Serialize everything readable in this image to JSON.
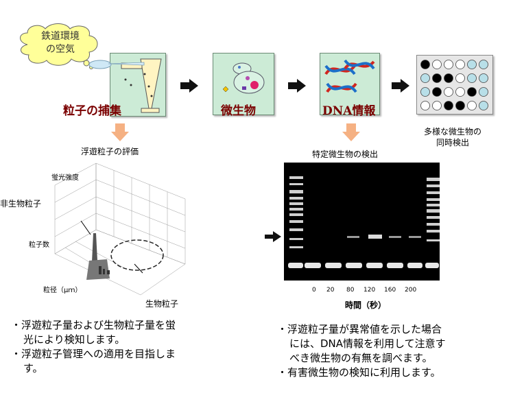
{
  "cloud": {
    "line1": "鉄道環境",
    "line2": "の空気"
  },
  "steps": [
    {
      "label": "粒子の捕集"
    },
    {
      "label": "微生物"
    },
    {
      "label": "DNA情報"
    }
  ],
  "result_caption": {
    "line1": "多様な微生物の",
    "line2": "同時検出"
  },
  "left_panel": {
    "title": "浮遊粒子の評価",
    "axis_fluorescence": "蛍光強度",
    "label_nonbio": "非生物粒子",
    "axis_count": "粒子数",
    "axis_size": "粒径（μｍ）",
    "label_bio": "生物粒子"
  },
  "right_panel": {
    "title": "特定微生物の検出",
    "time_ticks": [
      "0",
      "20",
      "80",
      "120",
      "160",
      "200"
    ],
    "time_label": "時間（秒）"
  },
  "left_bullets": [
    {
      "mark": "・",
      "lines": [
        "浮遊粒子量および生物粒子量を蛍",
        "光により検知します。"
      ]
    },
    {
      "mark": "・",
      "lines": [
        "浮遊粒子管理への適用を目指しま",
        "す。"
      ]
    }
  ],
  "right_bullets": [
    {
      "mark": "・",
      "lines": [
        "浮遊粒子量が異常値を示した場合",
        "には、DNA情報を利用して注意す",
        "べき微生物の有無を調べます。"
      ]
    },
    {
      "mark": "・",
      "lines": [
        "有害微生物の検知に利用します。"
      ]
    }
  ],
  "colors": {
    "step_bg": "#ccebd6",
    "step_label": "#7a0000",
    "cloud_fill": "#ffff99",
    "down_arrow": "#f5b183"
  },
  "grid_pattern": [
    [
      "black",
      "white",
      "white",
      "white",
      "cyan",
      "cyan"
    ],
    [
      "cyan",
      "black",
      "black",
      "white",
      "cyan",
      "cyan"
    ],
    [
      "cyan",
      "black",
      "white",
      "white",
      "black",
      "cyan"
    ],
    [
      "white",
      "white",
      "black",
      "black",
      "white",
      "cyan"
    ]
  ]
}
